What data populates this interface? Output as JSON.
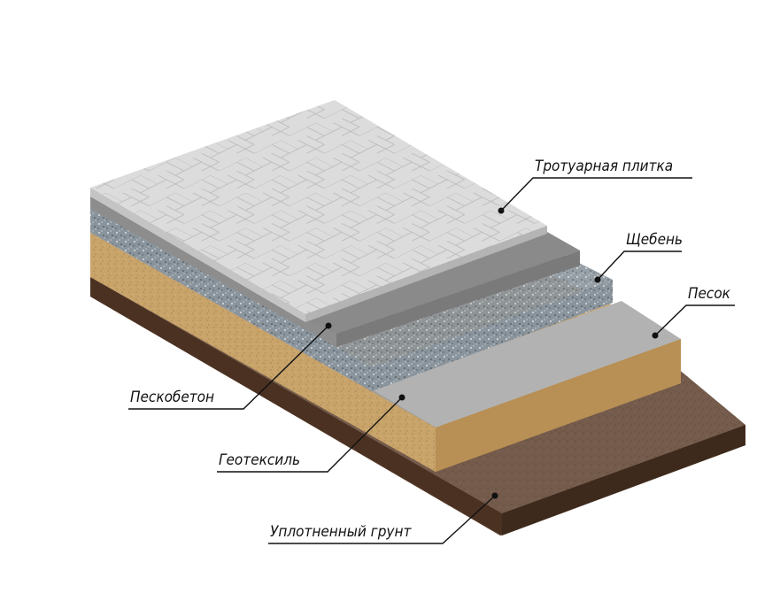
{
  "labels": {
    "tile": "Тротуарная плитка",
    "gravel": "Щебень",
    "sand": "Песок",
    "sand_concrete": "Пескобетон",
    "geotextile": "Геотексиль",
    "soil": "Уплотненный грунт"
  },
  "colors": {
    "tile_top": "#dcdcdc",
    "tile_lines": "#bdbdbd",
    "sand_concrete_front": "#7e7e7e",
    "sand_concrete_top": "#8c8c8c",
    "gravel": "#8f9aa2",
    "geotextile": "#a9a9a9",
    "sand": "#c9a56a",
    "soil": "#5a3d2b"
  }
}
